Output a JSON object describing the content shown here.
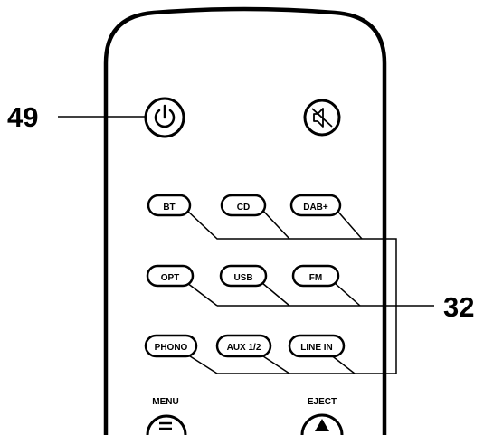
{
  "callouts": {
    "power_ref": "49",
    "source_group_ref": "32"
  },
  "buttons": {
    "bt": "BT",
    "cd": "CD",
    "dab": "DAB+",
    "opt": "OPT",
    "usb": "USB",
    "fm": "FM",
    "phono": "PHONO",
    "aux": "AUX 1/2",
    "line_in": "LINE IN"
  },
  "labels": {
    "menu": "MENU",
    "eject": "EJECT"
  },
  "icons": {
    "power": "power-icon",
    "mute": "mute-icon",
    "menu": "menu-icon",
    "eject": "eject-icon"
  }
}
